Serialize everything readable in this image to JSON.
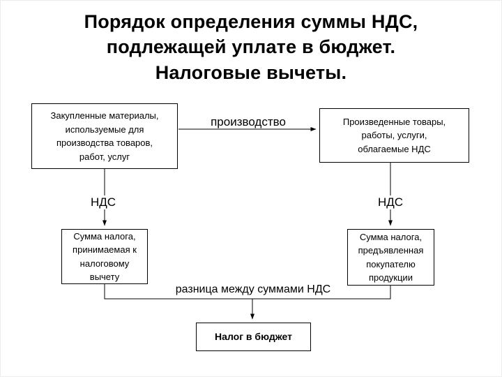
{
  "title": "Порядок определения суммы НДС,\nподлежащей уплате в бюджет.\nНалоговые вычеты.",
  "boxes": {
    "purchased_materials": "Закупленные материалы,\nиспользуемые для\nпроизводства товаров,\nработ, услуг",
    "produced_goods": "Произведенные товары,\nработы, услуги,\nоблагаемые НДС",
    "tax_deduction": "Сумма налога,\nпринимаемая к\nналоговому\nвычету",
    "tax_presented": "Сумма налога,\nпредъявленная\nпокупателю\nпродукции",
    "budget_tax": "Налог в бюджет"
  },
  "labels": {
    "production": "производство",
    "vat_left": "НДС",
    "vat_right": "НДС",
    "difference": "разница между суммами НДС"
  },
  "colors": {
    "line": "#000000",
    "background": "#ffffff",
    "text": "#000000"
  }
}
